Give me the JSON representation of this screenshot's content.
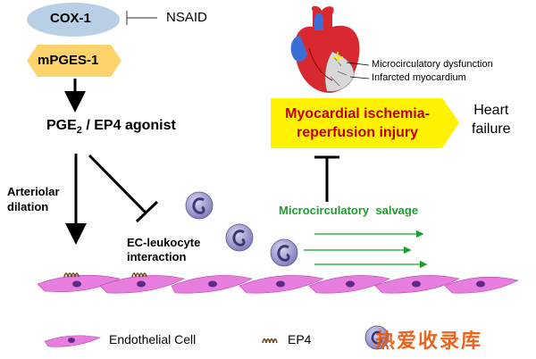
{
  "nodes": {
    "cox1": "COX-1",
    "nsaid": "NSAID",
    "mpges1": "mPGES-1",
    "pge2_prefix": "PGE",
    "pge2_sub": "2",
    "pge2_suffix": " / EP4 agonist",
    "arteriolar_line1": "Arteriolar",
    "arteriolar_line2": "dilation",
    "ec_line1": "EC-leukocyte",
    "ec_line2": "interaction",
    "micro_dys": "Microcirculatory dysfunction",
    "infarcted": "Infarcted myocardium",
    "ischemia_line1": "Myocardial ischemia-",
    "ischemia_line2": "reperfusion injury",
    "heart_failure_line1": "Heart",
    "heart_failure_line2": "failure",
    "salvage": "Microcirculatory  salvage"
  },
  "legend": {
    "endothelial": "Endothelial Cell",
    "ep4": "EP4",
    "watermark": "热爱收录库"
  },
  "colors": {
    "cox1_fill": "#b9cfe6",
    "mpges_fill": "#ffd36b",
    "ischemia_text": "#c00000",
    "ischemia_arrow": "#fff200",
    "salvage_text": "#1a9e2e",
    "endothelial": "#e87de0",
    "nucleus": "#5a2a86",
    "leukocyte": "#8a86c4"
  }
}
